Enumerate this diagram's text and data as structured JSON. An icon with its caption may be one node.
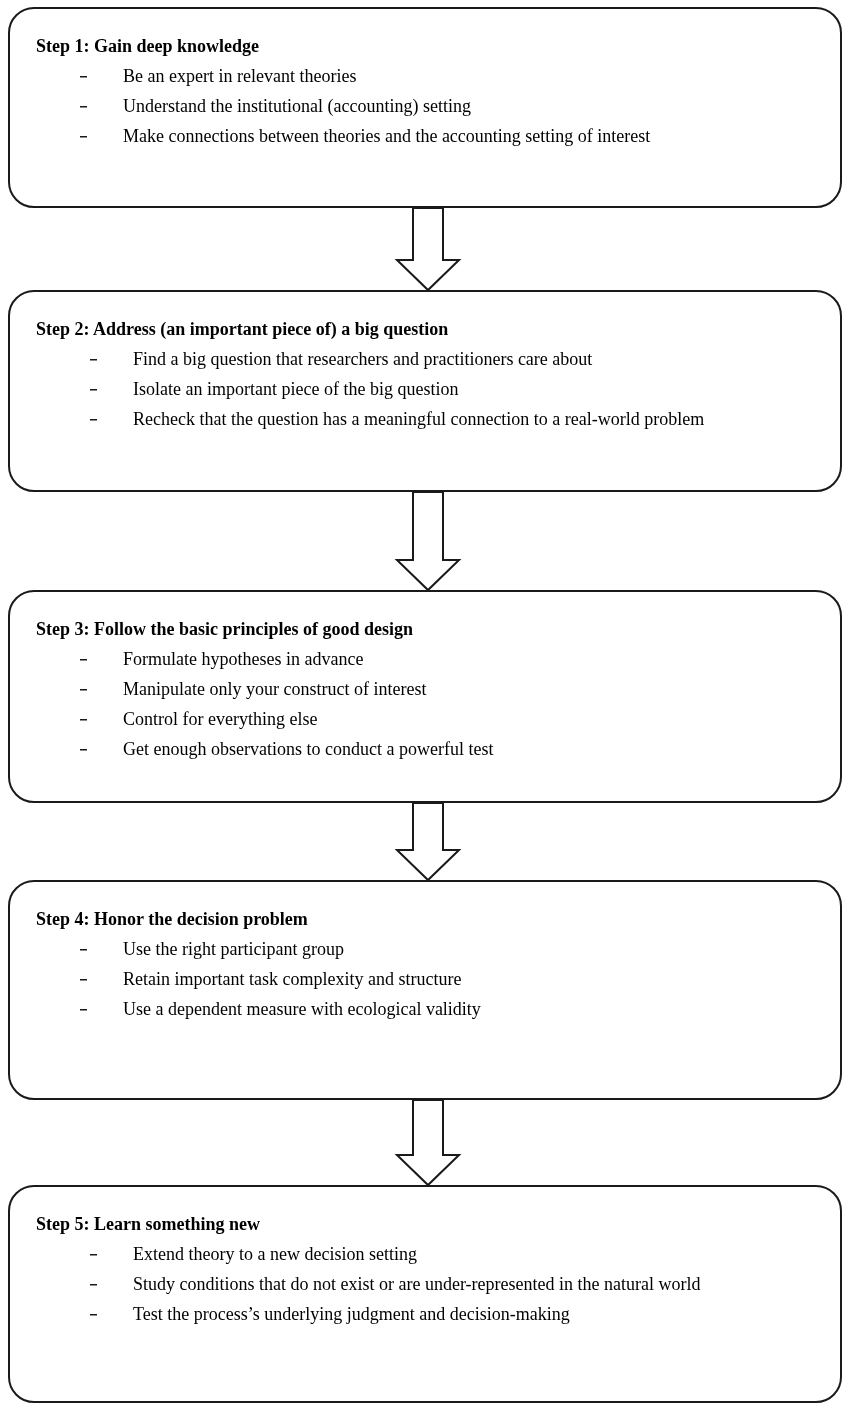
{
  "diagram": {
    "nodes": [
      {
        "text": [
          "Step 1: Gain deep knowledge",
          "Be an expert in relevant theories",
          "Understand the institutional (accounting) setting",
          "Make connections between theories and the accounting setting of interest"
        ]
      },
      {
        "text": [
          "Step 2: Address (an important piece of) a big question",
          "Find a big question that researchers and practitioners care about",
          "Isolate an important piece of the big question",
          "Recheck that the question has a meaningful connection to a real-world problem"
        ]
      },
      {
        "text": [
          "Step 3: Follow the basic principles of good design",
          "Formulate hypotheses in advance",
          "Manipulate only your construct of interest",
          "Control for everything else",
          "Get enough observations to conduct a powerful test"
        ]
      },
      {
        "text": [
          "Step 4: Honor the decision problem",
          "Use the right participant group",
          "Retain important task complexity and structure",
          "Use a dependent measure with ecological validity"
        ]
      },
      {
        "text": [
          "Step 5: Learn something new",
          "Extend theory to a new decision setting",
          "Study conditions that do not exist or are under-represented in the natural world",
          "Test the process’s underlying judgment and decision-making"
        ]
      }
    ],
    "edges": [
      {
        "from": 0,
        "to": 1,
        "arrow": "to"
      },
      {
        "from": 1,
        "to": 2,
        "arrow": "to"
      },
      {
        "from": 2,
        "to": 3,
        "arrow": "to"
      },
      {
        "from": 3,
        "to": 4,
        "arrow": "to"
      }
    ]
  }
}
